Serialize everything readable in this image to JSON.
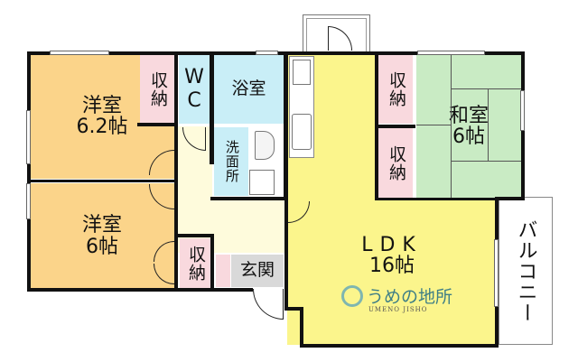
{
  "floorplan": {
    "rooms": {
      "western_room_1": {
        "name": "洋室",
        "size": "6.2帖"
      },
      "western_room_2": {
        "name": "洋室",
        "size": "6帖"
      },
      "storage_1": {
        "label": "収納"
      },
      "storage_2": {
        "label": "収納"
      },
      "storage_3": {
        "label": "収納"
      },
      "storage_4": {
        "label": "収納"
      },
      "toilet": {
        "label": "WC"
      },
      "bathroom": {
        "label": "浴室"
      },
      "washroom": {
        "label": "洗面所"
      },
      "japanese_room": {
        "name": "和室",
        "size": "6帖"
      },
      "ldk": {
        "name": "LDK",
        "size": "16帖"
      },
      "entrance": {
        "label": "玄関"
      },
      "balcony": {
        "label": "バルコニー"
      }
    },
    "logo": {
      "name_jp": "うめの地所",
      "name_en": "UMENO JISHO"
    },
    "colors": {
      "western_room": "#fbd48a",
      "storage": "#f9d9de",
      "wet_area": "#c9eef7",
      "ldk": "#fbf58c",
      "corridor": "#fefbdc",
      "japanese_room": "#c9ebc4",
      "entrance": "#d9d9d9",
      "wall": "#111111"
    }
  }
}
